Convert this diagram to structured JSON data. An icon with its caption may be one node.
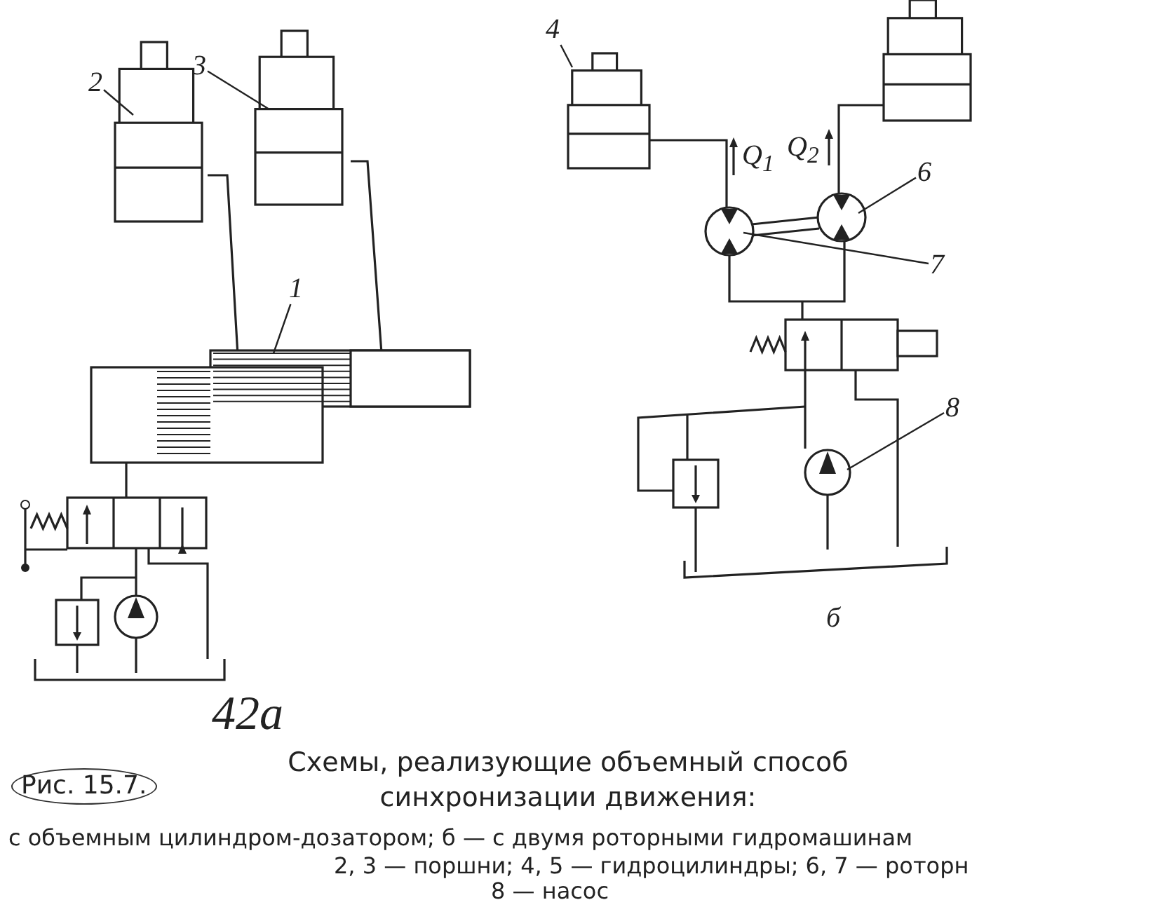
{
  "diagram": {
    "caption": "Схемы, реализующие объемный способ синхронизации движения:",
    "nodes": [
      {
        "text": [
          "2"
        ]
      },
      {
        "text": [
          "3"
        ]
      },
      {
        "text": [
          "1"
        ]
      },
      {
        "text": [
          "4"
        ]
      },
      {
        "text": [
          "6"
        ]
      },
      {
        "text": [
          "7"
        ]
      },
      {
        "text": [
          "8"
        ]
      }
    ],
    "edges": [
      {
        "from": 0,
        "to": null,
        "arrow": "none"
      },
      {
        "from": 1,
        "to": null,
        "arrow": "none"
      },
      {
        "from": 2,
        "to": null,
        "arrow": "none"
      },
      {
        "from": 3,
        "to": null,
        "arrow": "none"
      },
      {
        "from": 4,
        "to": null,
        "arrow": "none"
      },
      {
        "from": 5,
        "to": null,
        "arrow": "none"
      },
      {
        "from": 6,
        "to": null,
        "arrow": "none"
      }
    ],
    "labels": [
      "Q$_{1}$",
      "Q$_{2}$",
      "б",
      "42а",
      "Рис. 15.7.",
      "с объемным цилиндром-дозатором; б — с двумя роторными гидромашинам",
      "2, 3 — поршни; 4, 5 — гидроцилиндры; 6, 7 — роторн",
      "8 — насос"
    ]
  }
}
